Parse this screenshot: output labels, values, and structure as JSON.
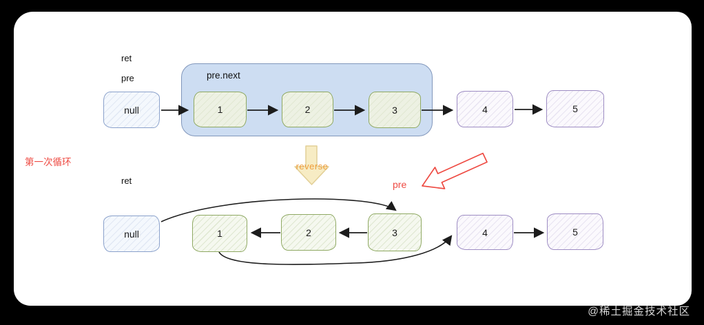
{
  "colors": {
    "page_background": "#000000",
    "card_background": "#ffffff",
    "container_fill": "#cdddf2",
    "container_border": "#8096bb",
    "node_green_border": "#8fa963",
    "node_purple_border": "#9d8cc3",
    "node_null_border": "#8aa1cb",
    "arrow_black": "#1c1c1c",
    "accent_red": "#ee4b43",
    "reverse_arrow_fill": "#f7ecc4",
    "reverse_arrow_border": "#e2cf96",
    "reverse_text_color": "#ef9d3a",
    "watermark_color": "#d6d6d6"
  },
  "watermark": "@稀土掘金技术社区",
  "annotations": {
    "loop_label": "第一次循环",
    "reverse_label": "reverse",
    "pre_pointer_label": "pre"
  },
  "top_section": {
    "ret_label": "ret",
    "pre_label": "pre",
    "container_label": "pre.next",
    "null_label": "null",
    "nodes": [
      {
        "label": "1"
      },
      {
        "label": "2"
      },
      {
        "label": "3"
      },
      {
        "label": "4"
      },
      {
        "label": "5"
      }
    ]
  },
  "bottom_section": {
    "ret_label": "ret",
    "null_label": "null",
    "nodes": [
      {
        "label": "1"
      },
      {
        "label": "2"
      },
      {
        "label": "3"
      },
      {
        "label": "4"
      },
      {
        "label": "5"
      }
    ]
  }
}
